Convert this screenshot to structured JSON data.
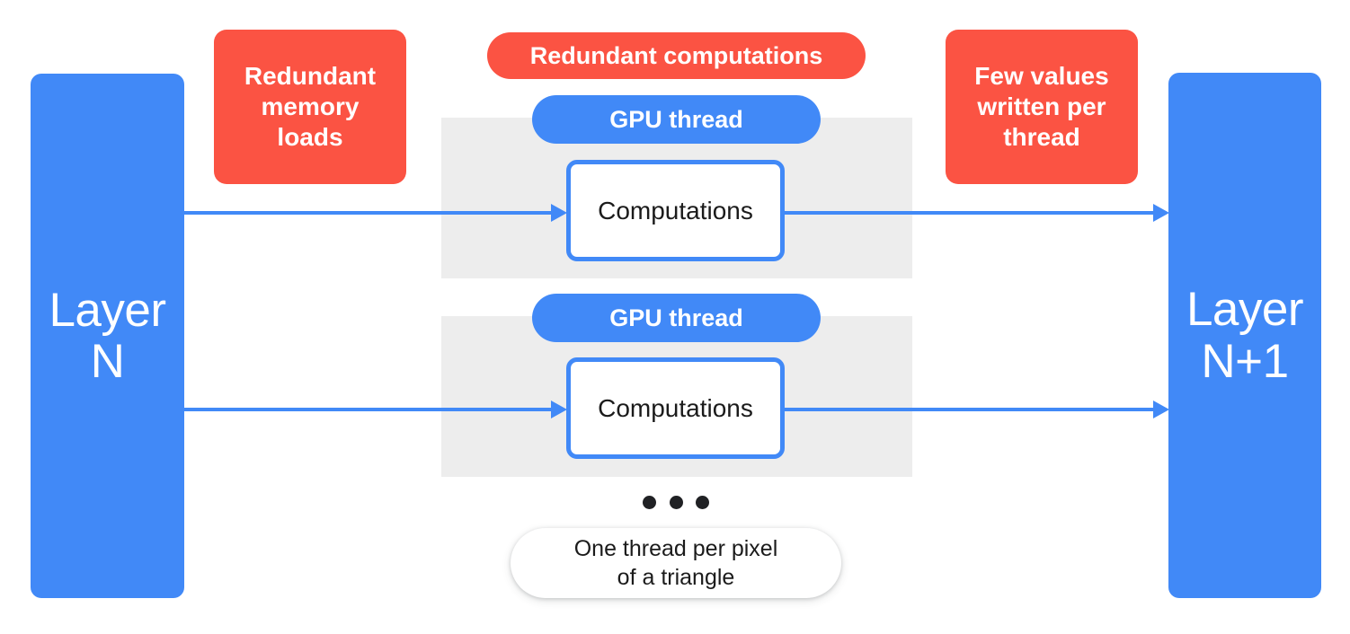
{
  "diagram": {
    "title": "GPU thread per pixel rasterization dataflow",
    "colors": {
      "blue": "#4189f7",
      "red": "#fb5343",
      "band_gray": "#ededed",
      "text_dark": "#1b1b1b",
      "white": "#ffffff"
    }
  },
  "layers": {
    "left": {
      "label": "Layer\nN"
    },
    "right": {
      "label": "Layer\nN+1"
    }
  },
  "callouts": {
    "memory_loads": "Redundant\nmemory\nloads",
    "computations": "Redundant computations",
    "writes": "Few values\nwritten per\nthread"
  },
  "threads": [
    {
      "pill_label": "GPU thread",
      "box_label": "Computations"
    },
    {
      "pill_label": "GPU thread",
      "box_label": "Computations"
    }
  ],
  "ellipsis": {
    "dot_count": 3
  },
  "note": {
    "label": "One thread per pixel\nof a triangle"
  }
}
